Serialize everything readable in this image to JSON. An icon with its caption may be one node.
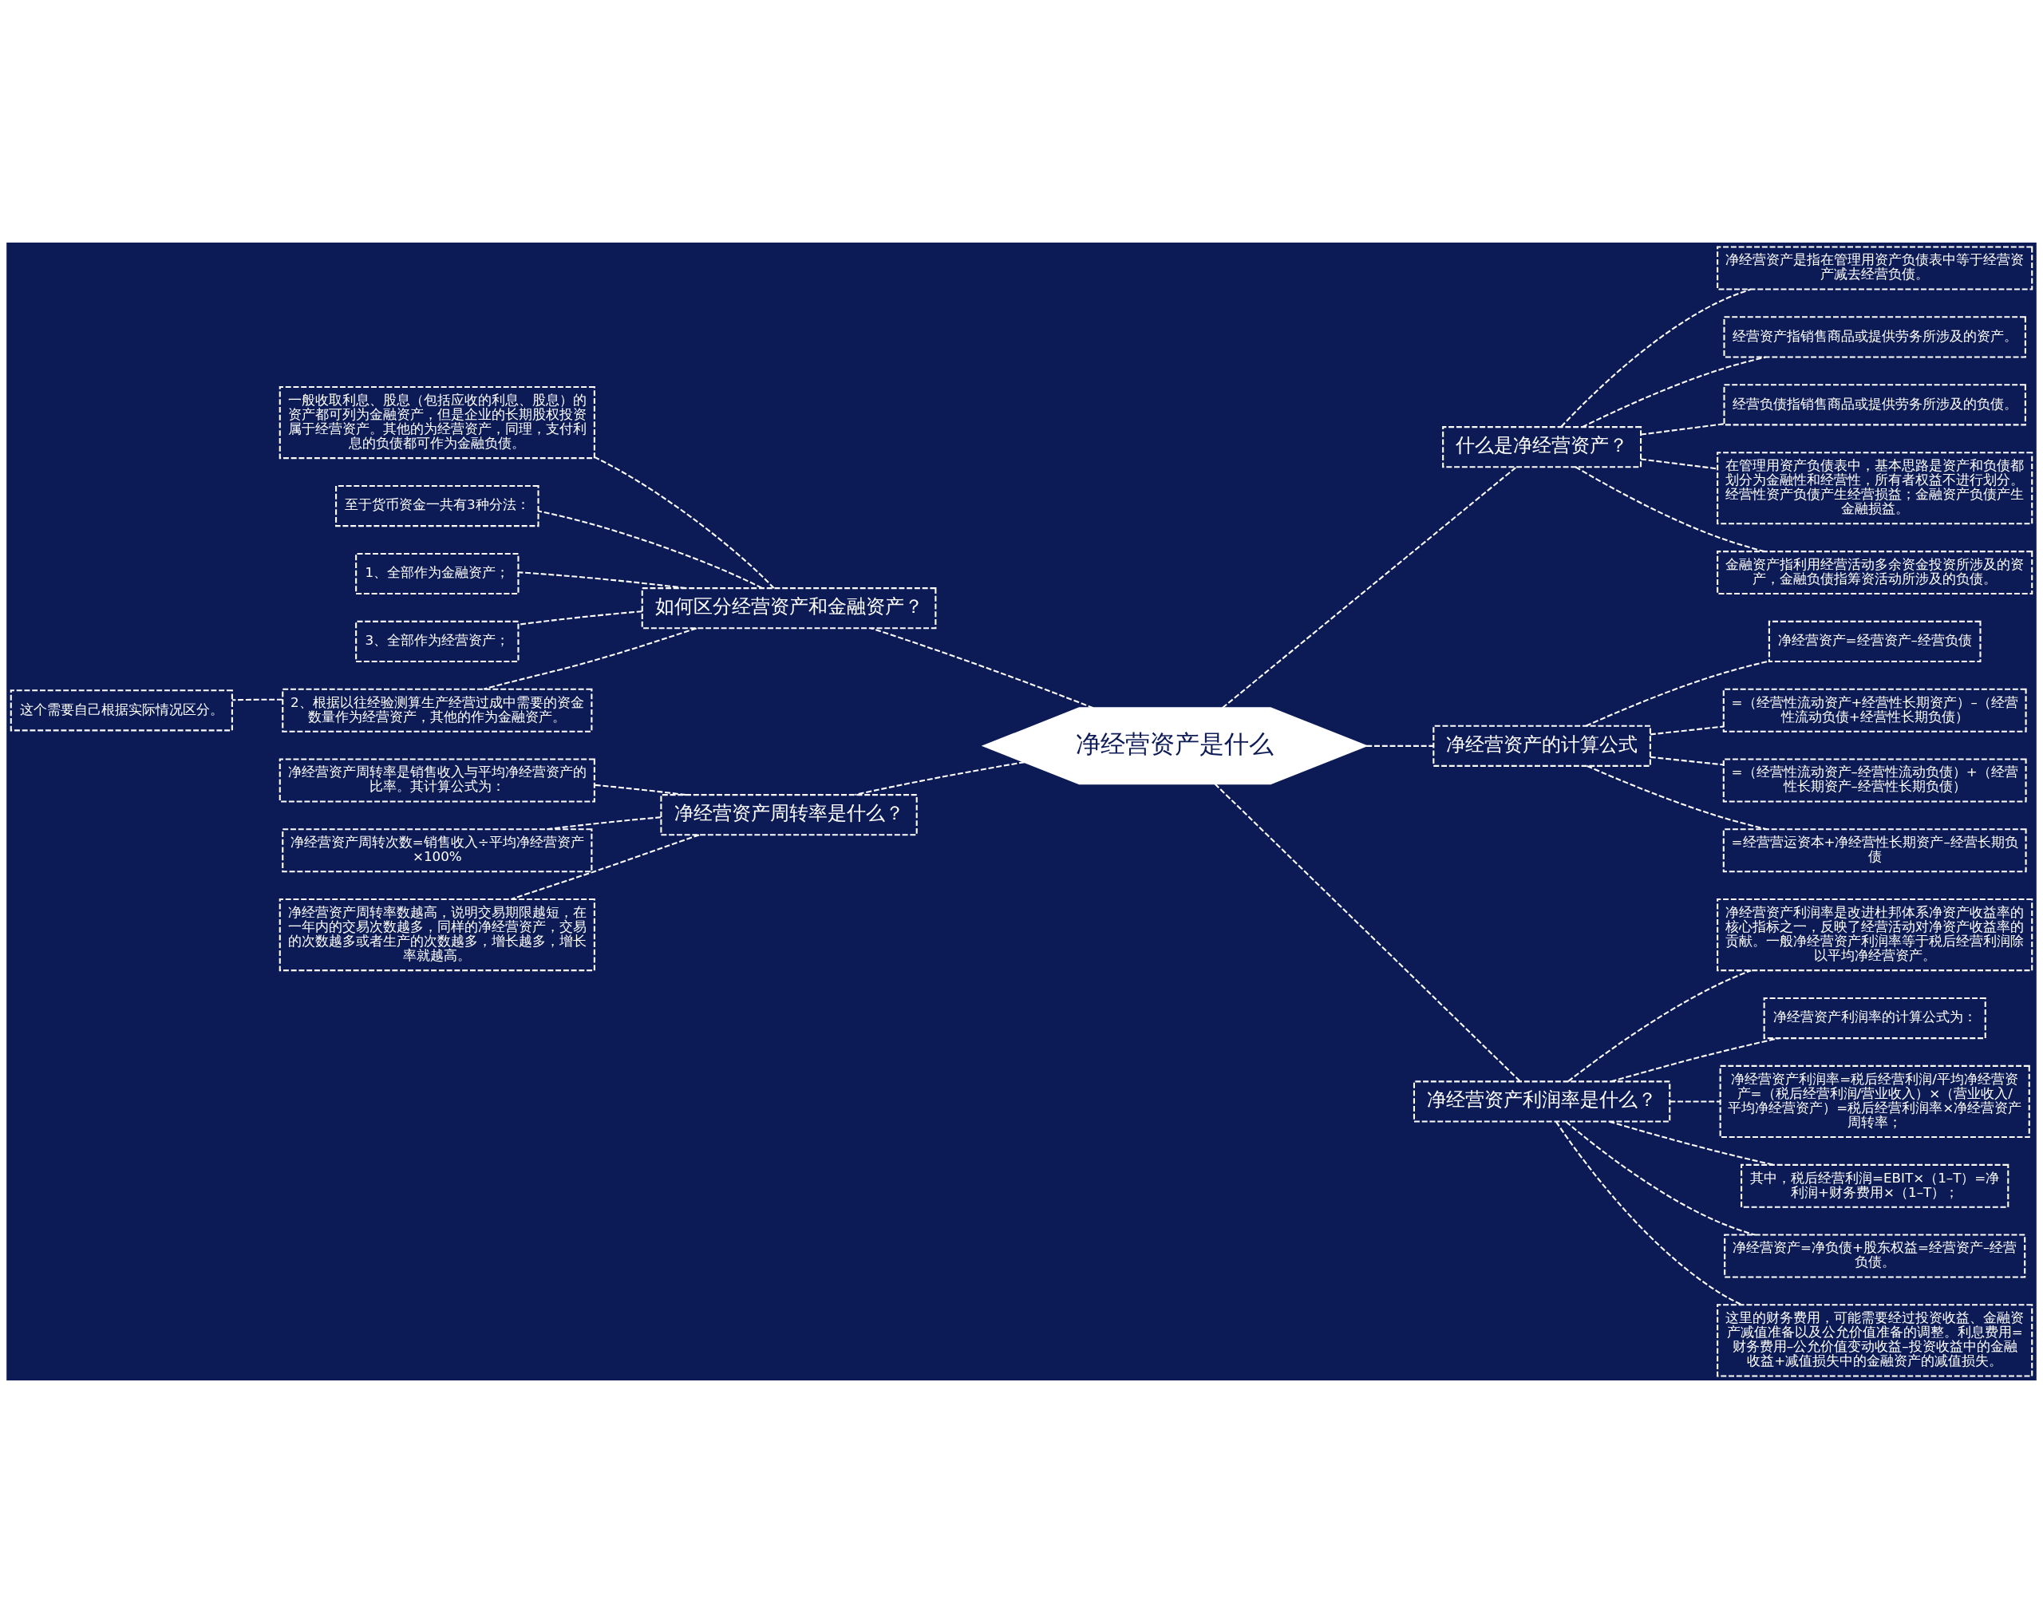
{
  "diagram": {
    "nodes": [
      {
        "text": [
          "净经营资产是什么"
        ]
      },
      {
        "text": [
          "什么是净经营资产？"
        ]
      },
      {
        "text": [
          "净经营资产是指在管理用资产负债表中等于经营资产减去经营负债。"
        ]
      },
      {
        "text": [
          "经营资产指销售商品或提供劳务所涉及的资产。"
        ]
      },
      {
        "text": [
          "经营负债指销售商品或提供劳务所涉及的负债。"
        ]
      },
      {
        "text": [
          "在管理用资产负债表中，基本思路是资产和负债都划分为金融性和经营性，所有者权益不进行划分。经营性资产负债产生经营损益；金融资产负债产生金融损益。"
        ]
      },
      {
        "text": [
          "金融资产指利用经营活动多余资金投资所涉及的资产，金融负债指筹资活动所涉及的负债。"
        ]
      },
      {
        "text": [
          "净经营资产的计算公式"
        ]
      },
      {
        "text": [
          "净经营资产=经营资产–经营负债"
        ]
      },
      {
        "text": [
          "=（经营性流动资产+经营性长期资产）–（经营性流动负债+经营性长期负债）"
        ]
      },
      {
        "text": [
          "=（经营性流动资产–经营性流动负债）+（经营性长期资产–经营性长期负债）"
        ]
      },
      {
        "text": [
          "=经营营运资本+净经营性长期资产–经营长期负债"
        ]
      },
      {
        "text": [
          "净经营资产利润率是什么？"
        ]
      },
      {
        "text": [
          "净经营资产利润率是改进杜邦体系净资产收益率的核心指标之一，反映了经营活动对净资产收益率的贡献。一般净经营资产利润率等于税后经营利润除以平均净经营资产。"
        ]
      },
      {
        "text": [
          "净经营资产利润率的计算公式为："
        ]
      },
      {
        "text": [
          "净经营资产利润率=税后经营利润/平均净经营资产=（税后经营利润/营业收入）×（营业收入/平均净经营资产）=税后经营利润率×净经营资产周转率；"
        ]
      },
      {
        "text": [
          "其中，税后经营利润=EBIT×（1–T）=净利润+财务费用×（1–T）；"
        ]
      },
      {
        "text": [
          "净经营资产=净负债+股东权益=经营资产–经营负债。"
        ]
      },
      {
        "text": [
          "这里的财务费用，可能需要经过投资收益、金融资产减值准备以及公允价值准备的调整。利息费用=财务费用–公允价值变动收益–投资收益中的金融收益+减值损失中的金融资产的减值损失。"
        ]
      },
      {
        "text": [
          "如何区分经营资产和金融资产？"
        ]
      },
      {
        "text": [
          "一般收取利息、股息（包括应收的利息、股息）的资产都可列为金融资产，但是企业的长期股权投资属于经营资产。其他的为经营资产，同理，支付利息的负债都可作为金融负债。"
        ]
      },
      {
        "text": [
          "至于货币资金一共有3种分法："
        ]
      },
      {
        "text": [
          "1、全部作为金融资产；"
        ]
      },
      {
        "text": [
          "3、全部作为经营资产；"
        ]
      },
      {
        "text": [
          "2、根据以往经验测算生产经营过成中需要的资金数量作为经营资产，其他的作为金融资产。"
        ]
      },
      {
        "text": [
          "这个需要自己根据实际情况区分。"
        ]
      },
      {
        "text": [
          "净经营资产周转率是什么？"
        ]
      },
      {
        "text": [
          "净经营资产周转率是销售收入与平均净经营资产的比率。其计算公式为："
        ]
      },
      {
        "text": [
          "净经营资产周转次数=销售收入÷平均净经营资产×100%"
        ]
      },
      {
        "text": [
          "净经营资产周转率数越高，说明交易期限越短，在一年内的交易次数越多，同样的净经营资产，交易的次数越多或者生产的次数越多，增长越多，增长率就越高。"
        ]
      }
    ],
    "edges": [
      {
        "from": 0,
        "to": 1,
        "arrow": "none"
      },
      {
        "from": 1,
        "to": 2,
        "arrow": "none"
      },
      {
        "from": 1,
        "to": 3,
        "arrow": "none"
      },
      {
        "from": 1,
        "to": 4,
        "arrow": "none"
      },
      {
        "from": 1,
        "to": 5,
        "arrow": "none"
      },
      {
        "from": 1,
        "to": 6,
        "arrow": "none"
      },
      {
        "from": 0,
        "to": 7,
        "arrow": "none"
      },
      {
        "from": 7,
        "to": 8,
        "arrow": "none"
      },
      {
        "from": 7,
        "to": 9,
        "arrow": "none"
      },
      {
        "from": 7,
        "to": 10,
        "arrow": "none"
      },
      {
        "from": 7,
        "to": 11,
        "arrow": "none"
      },
      {
        "from": 0,
        "to": 12,
        "arrow": "none"
      },
      {
        "from": 12,
        "to": 13,
        "arrow": "none"
      },
      {
        "from": 12,
        "to": 14,
        "arrow": "none"
      },
      {
        "from": 12,
        "to": 15,
        "arrow": "none"
      },
      {
        "from": 12,
        "to": 16,
        "arrow": "none"
      },
      {
        "from": 12,
        "to": 17,
        "arrow": "none"
      },
      {
        "from": 12,
        "to": 18,
        "arrow": "none"
      },
      {
        "from": 0,
        "to": 19,
        "arrow": "none"
      },
      {
        "from": 19,
        "to": 20,
        "arrow": "none"
      },
      {
        "from": 19,
        "to": 21,
        "arrow": "none"
      },
      {
        "from": 19,
        "to": 22,
        "arrow": "none"
      },
      {
        "from": 19,
        "to": 23,
        "arrow": "none"
      },
      {
        "from": 19,
        "to": 24,
        "arrow": "none"
      },
      {
        "from": 24,
        "to": 25,
        "arrow": "none"
      },
      {
        "from": 0,
        "to": 26,
        "arrow": "none"
      },
      {
        "from": 26,
        "to": 27,
        "arrow": "none"
      },
      {
        "from": 26,
        "to": 28,
        "arrow": "none"
      },
      {
        "from": 26,
        "to": 29,
        "arrow": "none"
      }
    ]
  }
}
